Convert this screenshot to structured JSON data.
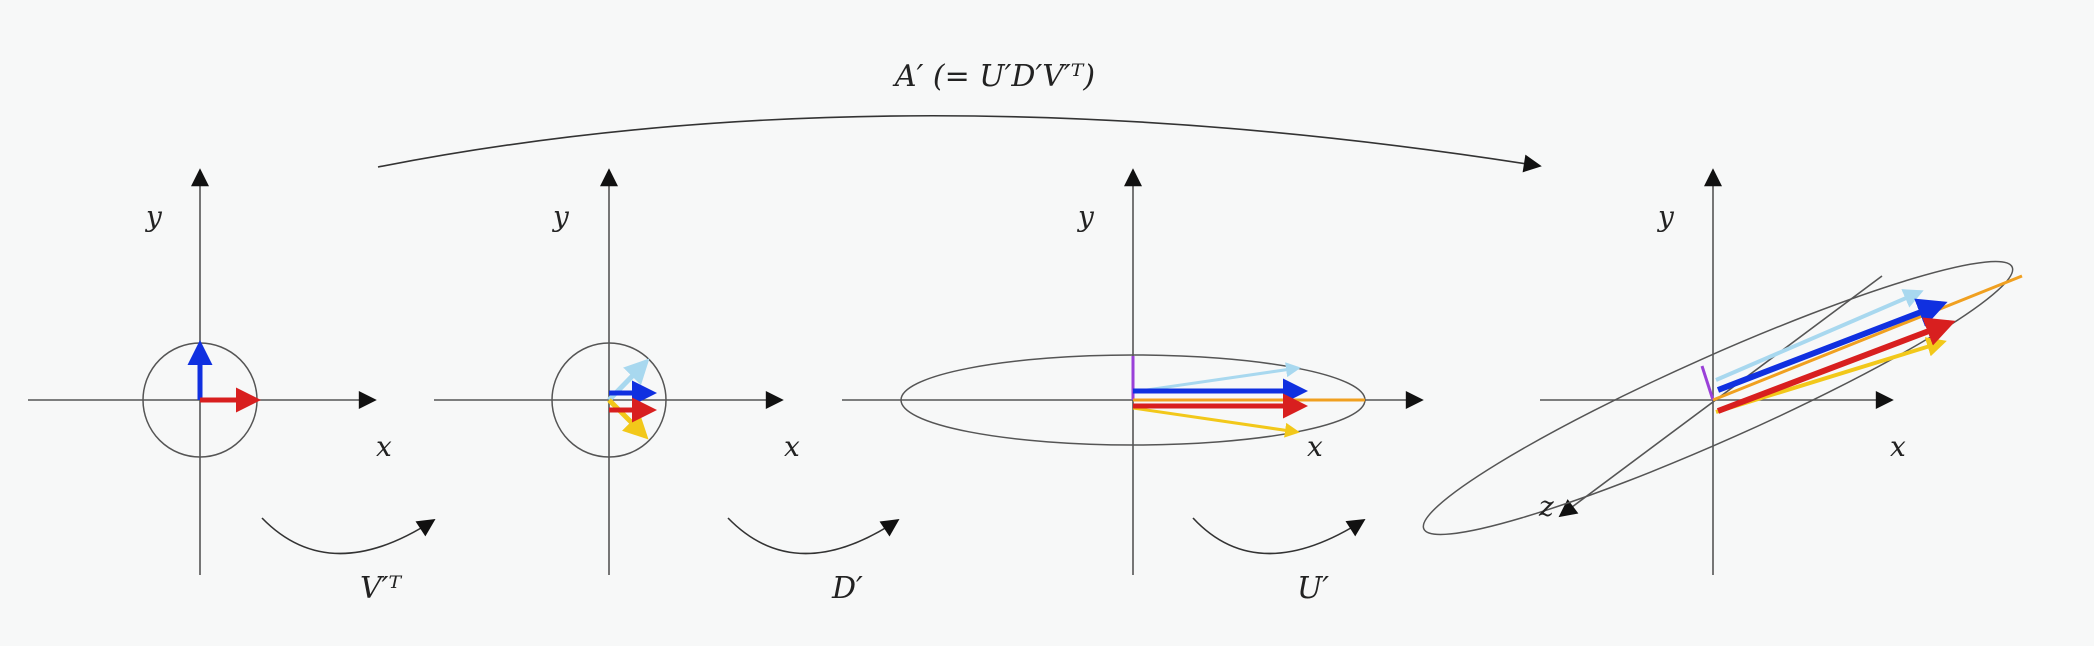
{
  "title": "A′ (= U′D′V′ᵀ)",
  "panels": [
    {
      "x_label": "x",
      "y_label": "y"
    },
    {
      "x_label": "x",
      "y_label": "y"
    },
    {
      "x_label": "x",
      "y_label": "y"
    },
    {
      "x_label": "x",
      "y_label": "y",
      "z_label": "z"
    }
  ],
  "transforms": [
    {
      "label": "V′ᵀ"
    },
    {
      "label": "D′"
    },
    {
      "label": "U′"
    }
  ],
  "colors": {
    "background": "#f7f8f8",
    "axis": "#555555",
    "blue": "#1030e0",
    "red": "#d81f1f",
    "yellow": "#f2c81a",
    "light_blue": "#a8d8ef",
    "orange": "#f0a020",
    "purple": "#9a40d8",
    "ellipse": "#555555"
  }
}
